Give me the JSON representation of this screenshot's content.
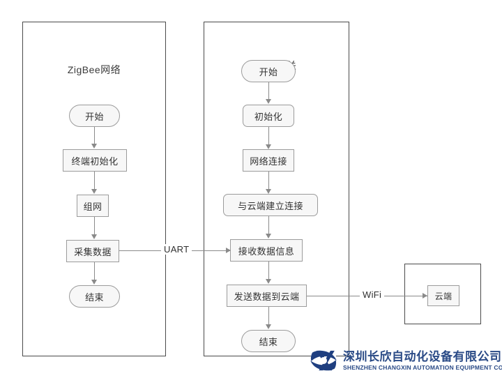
{
  "diagram": {
    "type": "flowchart",
    "containers": [
      {
        "id": "zigbee",
        "title": "ZigBee网络"
      },
      {
        "id": "gateway",
        "title": "智能网关"
      },
      {
        "id": "cloud",
        "title": ""
      }
    ],
    "zigbee_nodes": [
      {
        "label": "开始",
        "shape": "stadium"
      },
      {
        "label": "终端初始化",
        "shape": "rect"
      },
      {
        "label": "组网",
        "shape": "rect"
      },
      {
        "label": "采集数据",
        "shape": "rect"
      },
      {
        "label": "结束",
        "shape": "stadium"
      }
    ],
    "gateway_nodes": [
      {
        "label": "开始",
        "shape": "stadium"
      },
      {
        "label": "初始化",
        "shape": "rounded"
      },
      {
        "label": "网络连接",
        "shape": "rect"
      },
      {
        "label": "与云端建立连接",
        "shape": "rounded"
      },
      {
        "label": "接收数据信息",
        "shape": "rect"
      },
      {
        "label": "发送数据到云端",
        "shape": "rect"
      },
      {
        "label": "结束",
        "shape": "stadium"
      }
    ],
    "cloud_nodes": [
      {
        "label": "云端",
        "shape": "rect"
      }
    ],
    "link_labels": [
      {
        "id": "uart",
        "label": "UART",
        "from": "采集数据",
        "to": "接收数据信息"
      },
      {
        "id": "wifi",
        "label": "WiFi",
        "from": "发送数据到云端",
        "to": "云端"
      }
    ],
    "colors": {
      "container_border": "#4a4a4a",
      "node_border": "#9b9b9b",
      "node_fill": "#f7f7f7",
      "connector": "#8a8a8a",
      "text": "#333333",
      "logo": "#2a4a86",
      "background": "#ffffff"
    }
  },
  "watermark": {
    "company_cn": "深圳长欣自动化设备有限公司",
    "company_en": "SHENZHEN CHANGXIN AUTOMATION EQUIPMENT CO. LTD"
  }
}
